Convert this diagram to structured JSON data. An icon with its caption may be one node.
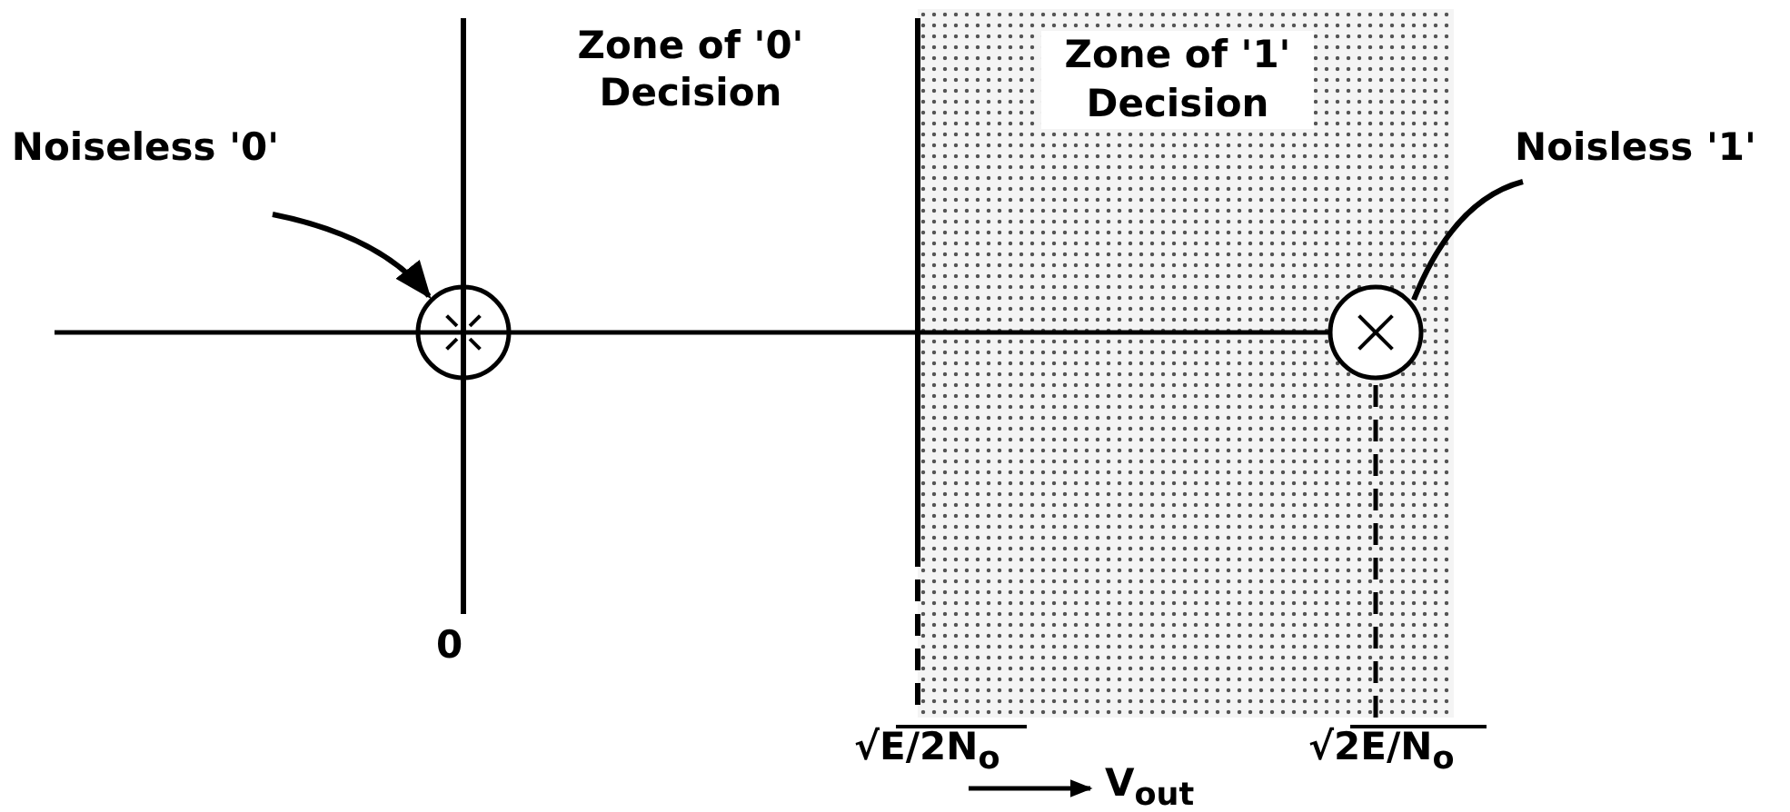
{
  "diagram": {
    "nodes": [
      {
        "text": [
          "Noiseless '0'"
        ]
      },
      {
        "text": [],
        "shape": "circle"
      },
      {
        "text": [
          "Noisless '1'"
        ]
      },
      {
        "text": [],
        "shape": "circle",
        "in": 4
      },
      {
        "text": [
          "Zone of '1' Decision"
        ]
      }
    ],
    "edges": [
      {
        "from": 0,
        "to": 1,
        "arrow": "to"
      },
      {
        "from": 2,
        "to": 3,
        "arrow": "none"
      }
    ],
    "labels": [
      "Zone of '0' Decision",
      "0",
      "√E/2N$_{o}$",
      "√2E/N$_{o}$",
      "V$_{out}$"
    ]
  }
}
